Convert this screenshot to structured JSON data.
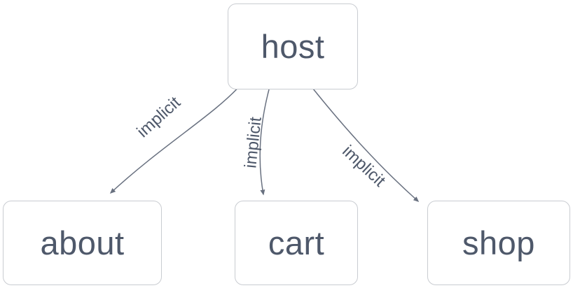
{
  "diagram": {
    "type": "graph",
    "direction": "top-down",
    "nodes": [
      {
        "id": "host",
        "label": "host"
      },
      {
        "id": "about",
        "label": "about"
      },
      {
        "id": "cart",
        "label": "cart"
      },
      {
        "id": "shop",
        "label": "shop"
      }
    ],
    "edges": [
      {
        "from": "host",
        "to": "about",
        "label": "implicit"
      },
      {
        "from": "host",
        "to": "cart",
        "label": "implicit"
      },
      {
        "from": "host",
        "to": "shop",
        "label": "implicit"
      }
    ],
    "colors": {
      "node_border": "#c9ccd1",
      "node_background": "#ffffff",
      "text": "#4e586a",
      "edge": "#697180"
    }
  }
}
